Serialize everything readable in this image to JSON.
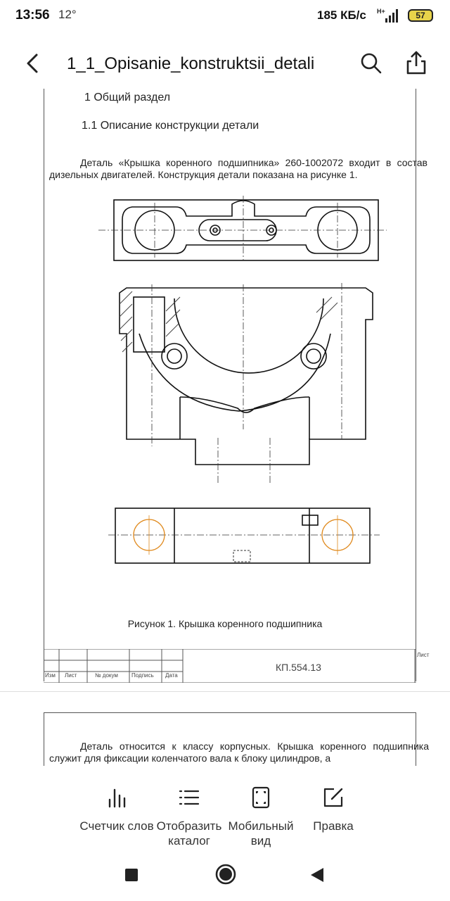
{
  "status_bar": {
    "time": "13:56",
    "temperature": "12°",
    "net_speed": "185 КБ/с",
    "network": "H+",
    "battery": "57"
  },
  "app_bar": {
    "title": "1_1_Opisanie_konstruktsii_detali"
  },
  "document": {
    "heading1": "1 Общий раздел",
    "heading2": "1.1 Описание конструкции детали",
    "paragraph1": "Деталь «Крышка коренного подшипника» 260-1002072 входит в состав дизельных двигателей. Конструкция детали показана на рисунке 1.",
    "figure_caption": "Рисунок 1. Крышка коренного подшипника",
    "stamp": {
      "code": "КП.554.13",
      "sheet_label": "Лист",
      "col_izm": "Изм",
      "col_list": "Лист",
      "col_doc": "№ докум",
      "col_sign": "Подпись",
      "col_date": "Дата"
    },
    "paragraph2": "Деталь относится к классу корпусных. Крышка коренного подшипника служит для фиксации коленчатого вала к блоку цилиндров, а"
  },
  "toolbar": {
    "items": [
      {
        "label": "Счетчик слов",
        "icon": "bar-chart-icon"
      },
      {
        "label": "Отобразить каталог",
        "icon": "list-icon"
      },
      {
        "label": "Мобильный вид",
        "icon": "mobile-view-icon"
      },
      {
        "label": "Правка",
        "icon": "edit-icon"
      }
    ]
  },
  "nav": {
    "icons": [
      "stop-square-icon",
      "home-circle-icon",
      "back-triangle-icon"
    ]
  }
}
